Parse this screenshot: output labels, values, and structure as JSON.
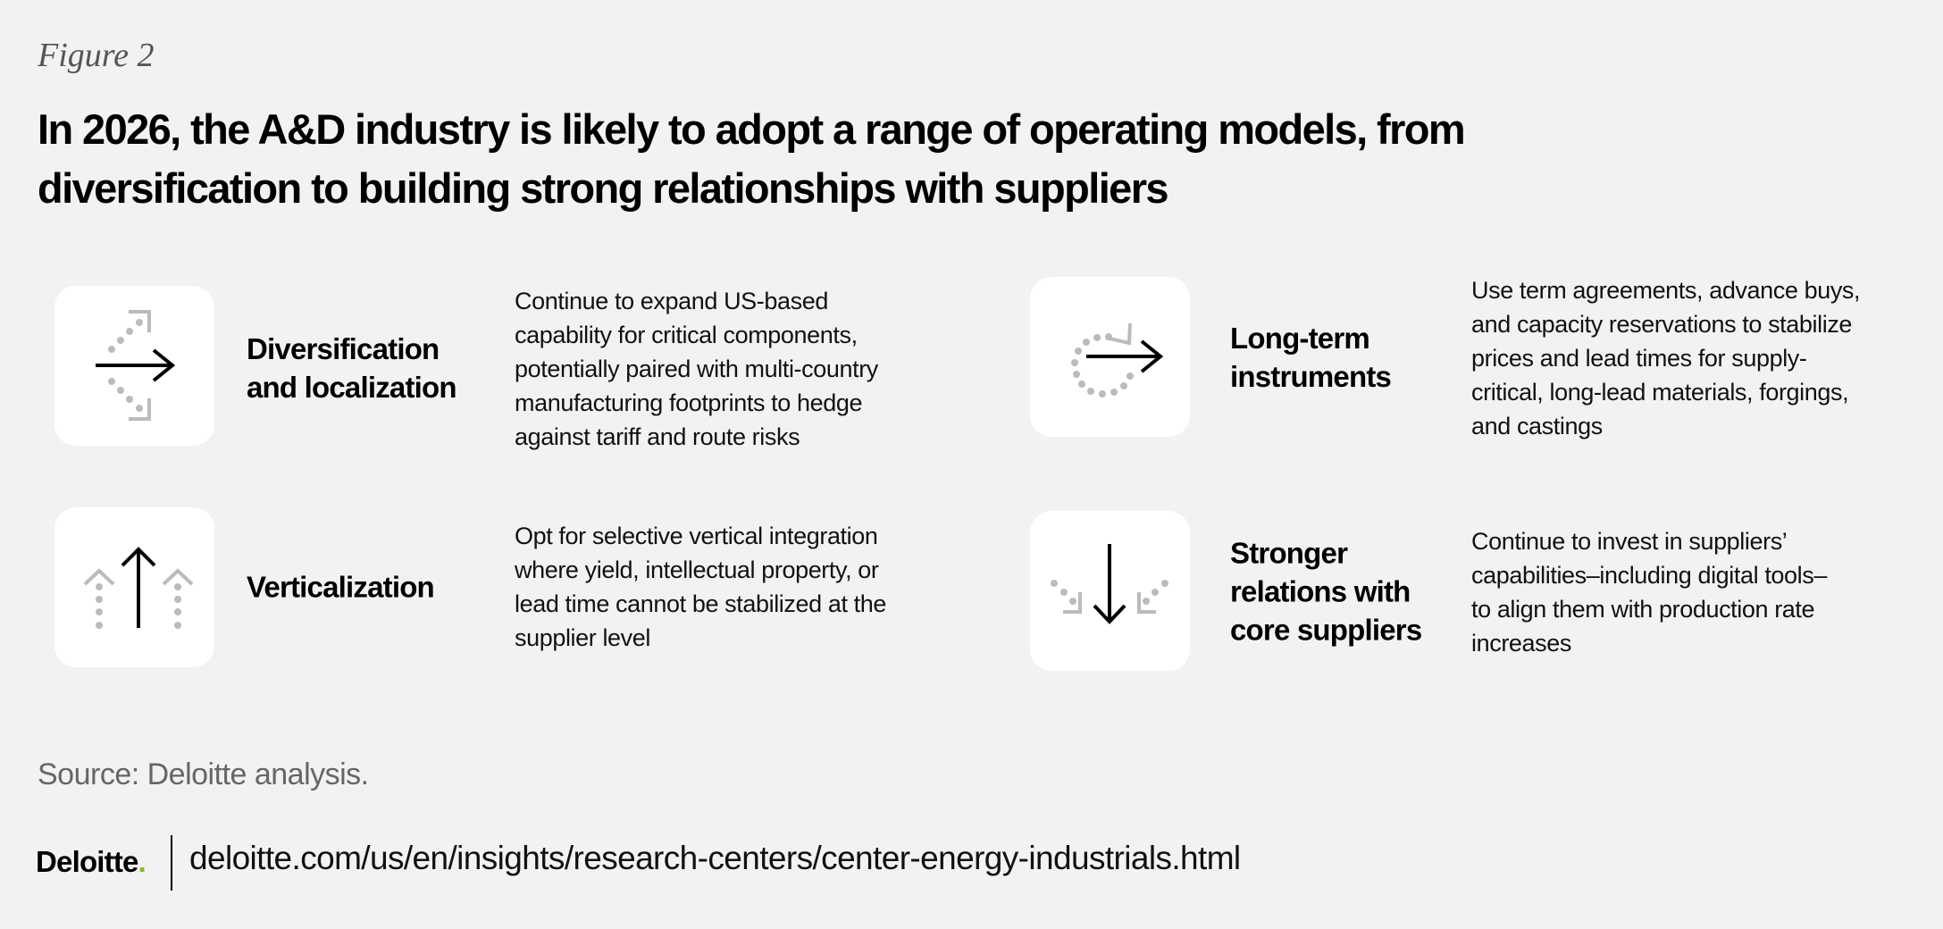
{
  "figure_label": "Figure 2",
  "title_lines": [
    "In 2026, the A&D industry is likely to adopt a range of operating models, from",
    "diversification to building strong relationships with suppliers"
  ],
  "items": [
    {
      "icon": "diversify-arrow-icon",
      "label_lines": [
        "Diversification",
        "and localization"
      ],
      "desc_lines": [
        "Continue to expand US-based",
        "capability for critical components,",
        "potentially paired with multi-country",
        "manufacturing footprints to hedge",
        "against tariff and route risks"
      ]
    },
    {
      "icon": "vertical-arrow-icon",
      "label_lines": [
        "Verticalization"
      ],
      "desc_lines": [
        "Opt for selective vertical integration",
        "where yield, intellectual property, or",
        "lead time cannot be stabilized at the",
        "supplier level"
      ]
    },
    {
      "icon": "cycle-arrow-icon",
      "label_lines": [
        "Long-term",
        "instruments"
      ],
      "desc_lines": [
        "Use term agreements, advance buys,",
        "and capacity reservations to stabilize",
        "prices and lead times for supply-",
        "critical, long-lead materials, forgings,",
        "and castings"
      ]
    },
    {
      "icon": "converge-down-arrow-icon",
      "label_lines": [
        "Stronger",
        "relations with",
        "core suppliers"
      ],
      "desc_lines": [
        "Continue to invest in suppliers’",
        "capabilities–including digital tools–",
        "to align them with production rate",
        "increases"
      ]
    }
  ],
  "source": "Source: Deloitte analysis.",
  "footer": {
    "logo_text": "Deloitte",
    "logo_dot": ".",
    "url": "deloitte.com/us/en/insights/research-centers/center-energy-industrials.html"
  },
  "colors": {
    "background": "#f2f2f2",
    "card": "#ffffff",
    "icon_gray": "#bbbbbb",
    "brand_green": "#86bc25"
  }
}
